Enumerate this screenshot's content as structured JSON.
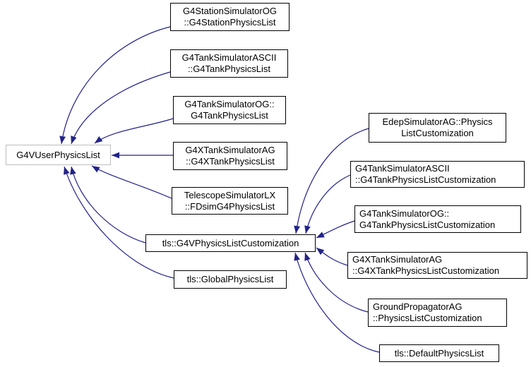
{
  "diagram": {
    "type": "class-inheritance-graph",
    "colors": {
      "edge": "#22228a",
      "node_border": "#000000",
      "external_node_border": "#bebebe",
      "node_fill": "#ffffff",
      "text": "#000000",
      "background": "#ffffff"
    },
    "nodes": {
      "base": {
        "text": "G4VUserPhysicsList"
      },
      "station": {
        "text": "G4StationSimulatorOG\n::G4StationPhysicsList"
      },
      "tank_ascii": {
        "text": "G4TankSimulatorASCII\n::G4TankPhysicsList"
      },
      "tank_og": {
        "text": "G4TankSimulatorOG::\nG4TankPhysicsList"
      },
      "xtank_ag": {
        "text": "G4XTankSimulatorAG\n::G4XTankPhysicsList"
      },
      "telescope_lx": {
        "text": "TelescopeSimulatorLX\n::FDsimG4PhysicsList"
      },
      "customization": {
        "text": "tls::G4VPhysicsListCustomization"
      },
      "global_list": {
        "text": "tls::GlobalPhysicsList"
      },
      "edep": {
        "text": "EdepSimulatorAG::Physics\nListCustomization"
      },
      "tank_ascii_cust": {
        "text": "G4TankSimulatorASCII\n::G4TankPhysicsListCustomization"
      },
      "tank_og_cust": {
        "text": "G4TankSimulatorOG::\nG4TankPhysicsListCustomization"
      },
      "xtank_ag_cust": {
        "text": "G4XTankSimulatorAG\n::G4XTankPhysicsListCustomization"
      },
      "ground_ag": {
        "text": "GroundPropagatorAG\n::PhysicsListCustomization"
      },
      "default_list": {
        "text": "tls::DefaultPhysicsList"
      }
    },
    "edges": [
      {
        "from": "G4StationSimulatorOG::G4StationPhysicsList",
        "to": "G4VUserPhysicsList"
      },
      {
        "from": "G4TankSimulatorASCII::G4TankPhysicsList",
        "to": "G4VUserPhysicsList"
      },
      {
        "from": "G4TankSimulatorOG::G4TankPhysicsList",
        "to": "G4VUserPhysicsList"
      },
      {
        "from": "G4XTankSimulatorAG::G4XTankPhysicsList",
        "to": "G4VUserPhysicsList"
      },
      {
        "from": "TelescopeSimulatorLX::FDsimG4PhysicsList",
        "to": "G4VUserPhysicsList"
      },
      {
        "from": "tls::G4VPhysicsListCustomization",
        "to": "G4VUserPhysicsList"
      },
      {
        "from": "tls::GlobalPhysicsList",
        "to": "G4VUserPhysicsList"
      },
      {
        "from": "EdepSimulatorAG::PhysicsListCustomization",
        "to": "tls::G4VPhysicsListCustomization"
      },
      {
        "from": "G4TankSimulatorASCII::G4TankPhysicsListCustomization",
        "to": "tls::G4VPhysicsListCustomization"
      },
      {
        "from": "G4TankSimulatorOG::G4TankPhysicsListCustomization",
        "to": "tls::G4VPhysicsListCustomization"
      },
      {
        "from": "G4XTankSimulatorAG::G4XTankPhysicsListCustomization",
        "to": "tls::G4VPhysicsListCustomization"
      },
      {
        "from": "GroundPropagatorAG::PhysicsListCustomization",
        "to": "tls::G4VPhysicsListCustomization"
      },
      {
        "from": "tls::DefaultPhysicsList",
        "to": "tls::G4VPhysicsListCustomization"
      }
    ]
  }
}
